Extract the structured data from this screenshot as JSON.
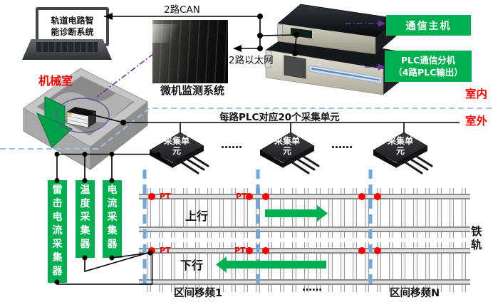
{
  "colors": {
    "accent_green": "#00B050",
    "alert_red": "#FE0000",
    "link_purple": "#7030A0",
    "boundary_blue": "#9DC3E6",
    "section_divider_blue": "#6FA8DC"
  },
  "indoor": {
    "laptop_screen_label": "轨道电路智能诊断系统",
    "machine_room_label": "机械室",
    "can_label": "2路CAN",
    "ethernet_label": "2路以太网",
    "monitor_caption": "微机监测系统",
    "comm_host_label": "通信主机",
    "plc_box_line1": "PLC通信分机",
    "plc_box_line2": "（4路PLC输出）",
    "indoor_label": "室内"
  },
  "outdoor": {
    "outdoor_label": "室外",
    "bus_label": "每路PLC对应20个采集单元",
    "acquisition_unit_label": "采集单元",
    "ellipsis": "……",
    "collectors": [
      "雷击电流采集器",
      "温度采集器",
      "电流采集器"
    ]
  },
  "track": {
    "up_label": "上行",
    "down_label": "下行",
    "pt_label": "PT",
    "section_first_label": "区间移频1",
    "section_last_label": "区间移频N",
    "ellipsis": "……",
    "rail_label": "铁轨"
  }
}
